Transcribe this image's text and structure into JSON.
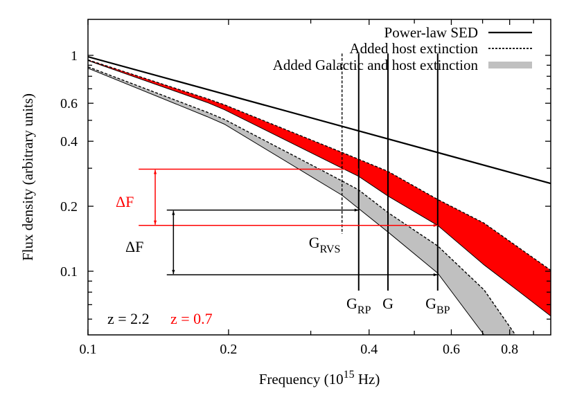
{
  "chart_data": {
    "type": "line",
    "title": "",
    "xlabel": "Frequency (10^15 Hz)",
    "xlabel_parts": {
      "main": "Frequency (10",
      "sup": "15",
      "tail": " Hz)"
    },
    "ylabel": "Flux density (arbitrary units)",
    "xscale": "log",
    "yscale": "log",
    "xlim": [
      0.1,
      0.98
    ],
    "ylim": [
      0.05,
      1.48
    ],
    "grid": false,
    "legend_position": "top-right",
    "x_ticks": [
      {
        "value": 0.1,
        "label": "0.1"
      },
      {
        "value": 0.2,
        "label": "0.2"
      },
      {
        "value": 0.3,
        "label": ""
      },
      {
        "value": 0.4,
        "label": "0.4"
      },
      {
        "value": 0.5,
        "label": ""
      },
      {
        "value": 0.6,
        "label": "0.6"
      },
      {
        "value": 0.7,
        "label": ""
      },
      {
        "value": 0.8,
        "label": "0.8"
      },
      {
        "value": 0.9,
        "label": ""
      }
    ],
    "y_ticks": [
      {
        "value": 0.06,
        "label": ""
      },
      {
        "value": 0.07,
        "label": ""
      },
      {
        "value": 0.08,
        "label": ""
      },
      {
        "value": 0.09,
        "label": ""
      },
      {
        "value": 0.1,
        "label": "0.1"
      },
      {
        "value": 0.2,
        "label": "0.2"
      },
      {
        "value": 0.3,
        "label": ""
      },
      {
        "value": 0.4,
        "label": "0.4"
      },
      {
        "value": 0.5,
        "label": ""
      },
      {
        "value": 0.6,
        "label": "0.6"
      },
      {
        "value": 0.7,
        "label": ""
      },
      {
        "value": 0.8,
        "label": ""
      },
      {
        "value": 0.9,
        "label": ""
      },
      {
        "value": 1.0,
        "label": "1"
      }
    ],
    "legend": [
      {
        "label": "Power-law SED",
        "style": "solid",
        "color": "#000000"
      },
      {
        "label": "Added host extinction",
        "style": "dashed",
        "color": "#000000"
      },
      {
        "label": "Added Galactic and host extinction",
        "style": "band",
        "color": "#c0c0c0"
      }
    ],
    "series": [
      {
        "name": "Power-law SED",
        "style": "solid",
        "color": "#000000",
        "x": [
          0.1,
          0.98
        ],
        "y": [
          0.985,
          0.255
        ]
      },
      {
        "name": "Added host extinction (z = 0.7)",
        "style": "dashed",
        "color": "#000000",
        "x": [
          0.1,
          0.18,
          0.196,
          0.35,
          0.38,
          0.439,
          0.561,
          0.705,
          0.98
        ],
        "y": [
          0.953,
          0.63,
          0.59,
          0.355,
          0.33,
          0.29,
          0.215,
          0.167,
          0.101
        ]
      },
      {
        "name": "Added Galactic and host extinction (z = 0.7)",
        "style": "solid-thin",
        "color": "#000000",
        "x": [
          0.1,
          0.18,
          0.196,
          0.35,
          0.38,
          0.439,
          0.561,
          0.705,
          0.835,
          0.98
        ],
        "y": [
          0.946,
          0.605,
          0.56,
          0.3,
          0.275,
          0.223,
          0.163,
          0.107,
          0.081,
          0.062
        ]
      },
      {
        "name": "Added host extinction (z = 2.2)",
        "style": "dashed",
        "color": "#000000",
        "x": [
          0.1,
          0.18,
          0.196,
          0.35,
          0.38,
          0.439,
          0.561,
          0.705,
          0.823
        ],
        "y": [
          0.885,
          0.545,
          0.505,
          0.262,
          0.238,
          0.187,
          0.131,
          0.082,
          0.0507
        ]
      },
      {
        "name": "Added Galactic and host extinction (z = 2.2)",
        "style": "solid-thin",
        "color": "#000000",
        "x": [
          0.1,
          0.18,
          0.196,
          0.35,
          0.38,
          0.439,
          0.561,
          0.705
        ],
        "y": [
          0.872,
          0.52,
          0.48,
          0.225,
          0.195,
          0.152,
          0.098,
          0.0507
        ]
      }
    ],
    "bands": [
      {
        "name": "z = 0.7 extinction band",
        "color": "#ff0000",
        "upper": 1,
        "lower": 2
      },
      {
        "name": "z = 2.2 extinction band",
        "color": "#c0c0c0",
        "upper": 3,
        "lower": 4
      }
    ],
    "filters": [
      {
        "name": "G_RVS",
        "main": "G",
        "sub": "RVS",
        "x": 0.35,
        "style": "dashed",
        "y_range": [
          0.14,
          1.05
        ],
        "label_y": 0.148,
        "label_side": "left"
      },
      {
        "name": "G_RP",
        "main": "G",
        "sub": "RP",
        "x": 0.38,
        "style": "solid",
        "y_range": [
          0.075,
          1.05
        ],
        "label_y": 0.066,
        "label_side": "center"
      },
      {
        "name": "G",
        "main": "G",
        "sub": "",
        "x": 0.439,
        "style": "solid",
        "y_range": [
          0.075,
          1.05
        ],
        "label_y": 0.066,
        "label_side": "center"
      },
      {
        "name": "G_BP",
        "main": "G",
        "sub": "BP",
        "x": 0.561,
        "style": "solid",
        "y_range": [
          0.075,
          1.05
        ],
        "label_y": 0.066,
        "label_side": "center"
      }
    ],
    "annotations": [
      {
        "name": "delta-F z=0.7",
        "text": "ΔF",
        "color": "#ff0000",
        "y_top": 0.297,
        "y_bottom": 0.163,
        "arrow_x": 0.1393,
        "line_x_start": 0.1284,
        "top_arrow_to": 0.38,
        "bottom_arrow_to": 0.561
      },
      {
        "name": "delta-F z=2.2",
        "text": "ΔF",
        "color": "#000000",
        "y_top": 0.192,
        "y_bottom": 0.0963,
        "arrow_x": 0.1524,
        "line_x_start": 0.1475,
        "top_arrow_to": 0.38,
        "bottom_arrow_to": 0.561
      },
      {
        "name": "redshift z=2.2",
        "text": "z = 2.2",
        "color": "#000000"
      },
      {
        "name": "redshift z=0.7",
        "text": "z = 0.7",
        "color": "#ff0000"
      }
    ]
  },
  "labels": {
    "z_black": "z = 2.2",
    "z_red": "z = 0.7",
    "delta_f": "ΔF"
  }
}
